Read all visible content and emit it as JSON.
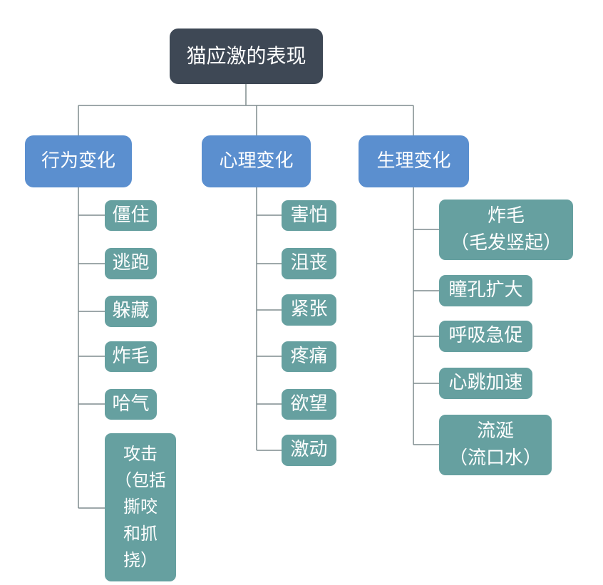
{
  "root": {
    "label": "猫应激的表现"
  },
  "branches": [
    {
      "label": "行为变化",
      "items": [
        "僵住",
        "逃跑",
        "躲藏",
        "炸毛",
        "哈气",
        "攻击\n（包括\n撕咬\n和抓\n挠）"
      ]
    },
    {
      "label": "心理变化",
      "items": [
        "害怕",
        "沮丧",
        "紧张",
        "疼痛",
        "欲望",
        "激动"
      ]
    },
    {
      "label": "生理变化",
      "items": [
        "炸毛\n（毛发竖起）",
        "瞳孔扩大",
        "呼吸急促",
        "心跳加速",
        "流涎\n（流口水）"
      ]
    }
  ],
  "colors": {
    "root": "#3e4855",
    "branch": "#5b8fcf",
    "leaf": "#66a0a0",
    "connector": "#7f8c8d"
  }
}
